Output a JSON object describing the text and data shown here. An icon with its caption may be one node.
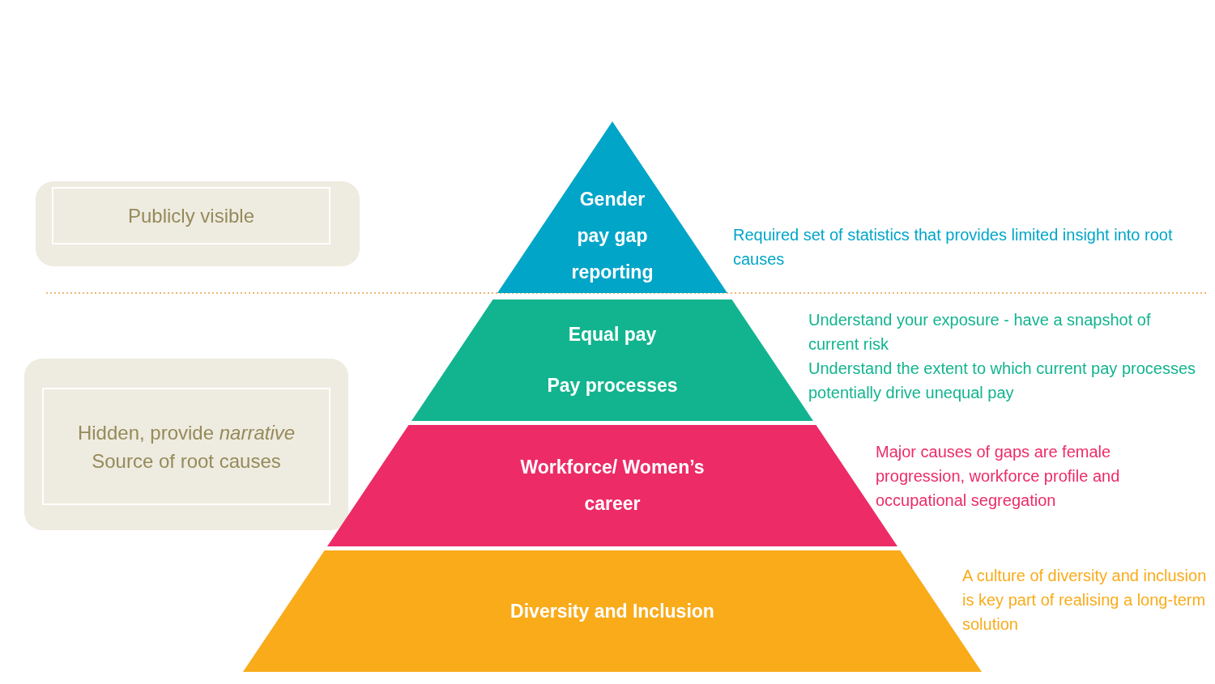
{
  "diagram": {
    "nodes": [
      {
        "text": [
          "Publicly visible"
        ]
      },
      {
        "text": [
          "Gender pay gap reporting"
        ],
        "beside": [
          "Required set of statistics that provides limited insight into root causes"
        ]
      },
      {
        "text": [
          "Equal pay",
          "Pay processes"
        ],
        "beside": [
          "Understand your exposure - have a snapshot of current risk",
          "Understand the extent to which current pay processes potentially drive unequal pay"
        ]
      },
      {
        "text": [
          "Hidden, provide *narrative*",
          "Source of root causes"
        ]
      },
      {
        "text": [
          "Workforce/ Women’s career"
        ],
        "beside": [
          "Major causes of gaps are female progression, workforce profile and occupational segregation"
        ]
      },
      {
        "text": [
          "Diversity and Inclusion"
        ],
        "beside": [
          "A culture of diversity and inclusion is key part of realising a long-term solution"
        ]
      }
    ]
  }
}
